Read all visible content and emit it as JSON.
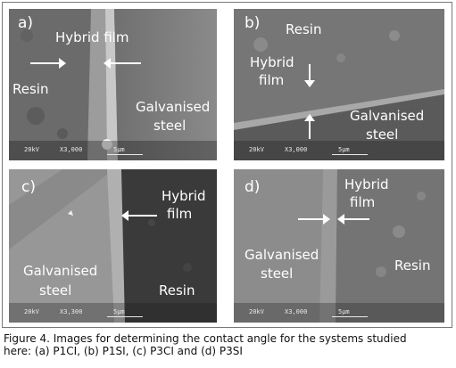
{
  "panels": {
    "a": {
      "letter": "a)",
      "film": "Hybrid film",
      "resin": "Resin",
      "steel_1": "Galvanised",
      "steel_2": "steel",
      "kv": "20kV",
      "mag": "X3,000",
      "len": "5μm"
    },
    "b": {
      "letter": "b)",
      "resin": "Resin",
      "film_1": "Hybrid",
      "film_2": "film",
      "steel_1": "Galvanised",
      "steel_2": "steel",
      "kv": "20kV",
      "mag": "X3,000",
      "len": "5μm"
    },
    "c": {
      "letter": "c)",
      "film_1": "Hybrid",
      "film_2": "film",
      "steel_1": "Galvanised",
      "steel_2": "steel",
      "resin": "Resin",
      "kv": "20kV",
      "mag": "X3,300",
      "len": "5μm"
    },
    "d": {
      "letter": "d)",
      "film_1": "Hybrid",
      "film_2": "film",
      "steel_1": "Galvanised",
      "steel_2": "steel",
      "resin": "Resin",
      "kv": "20kV",
      "mag": "X3,000",
      "len": "5μm"
    }
  },
  "caption": {
    "line1": "Figure 4. Images for determining the contact angle for the systems studied",
    "line2": "here: (a) P1CI, (b) P1SI, (c) P3CI and (d) P3SI"
  },
  "colors": {
    "label": "#ffffff",
    "frame": "#777777",
    "caption": "#111111"
  },
  "icons": [
    "arrow-right-icon",
    "arrow-left-icon",
    "arrow-up-icon",
    "arrow-down-icon"
  ]
}
